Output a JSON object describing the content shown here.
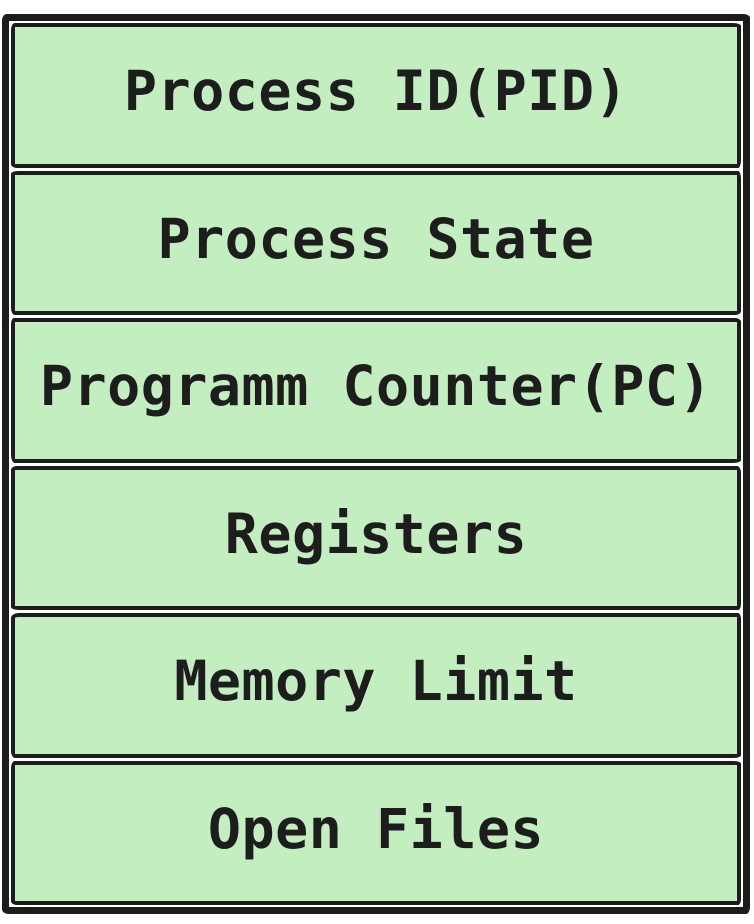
{
  "diagram": {
    "rows": [
      {
        "label": "Process ID(PID)"
      },
      {
        "label": "Process State"
      },
      {
        "label": "Programm Counter(PC)"
      },
      {
        "label": "Registers"
      },
      {
        "label": "Memory Limit"
      },
      {
        "label": "Open Files"
      }
    ]
  },
  "colors": {
    "cell_fill": "#c3eec0",
    "border": "#1c1c1c",
    "text": "#1d1d1d",
    "background": "#ffffff"
  }
}
